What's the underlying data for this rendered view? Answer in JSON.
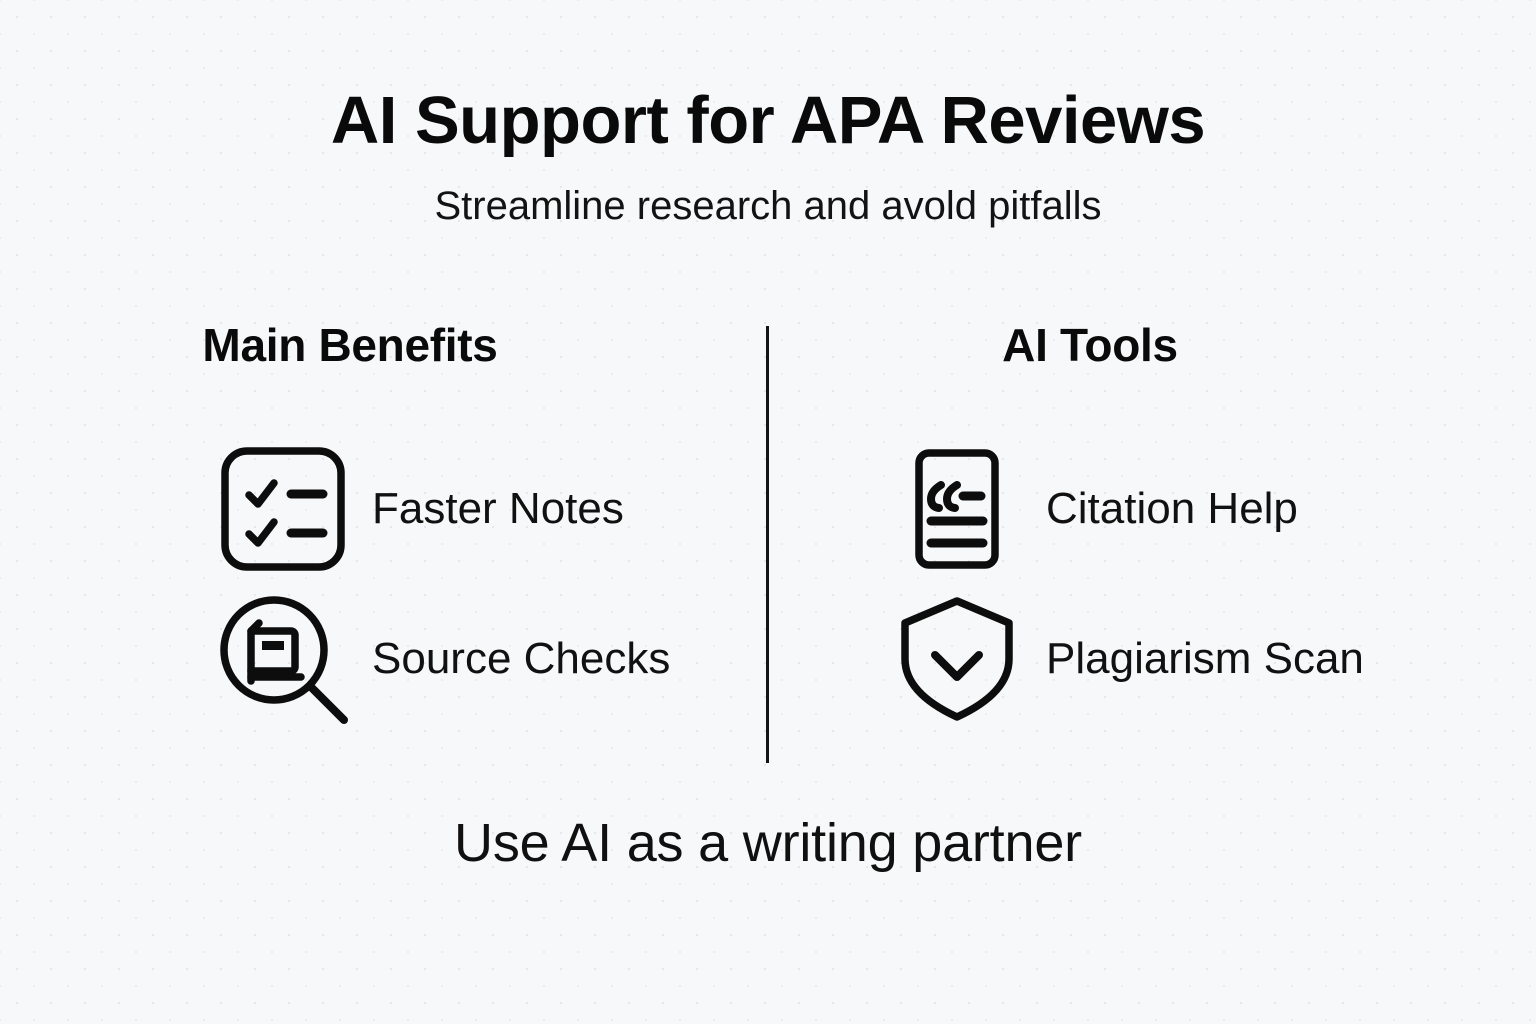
{
  "theme": {
    "background": "#f7f8f9",
    "ink": "#0d0d0d",
    "divider": "#141414"
  },
  "header": {
    "title": "AI Support for APA Reviews",
    "subtitle": "Streamline research and avold pitfalls"
  },
  "columns": [
    {
      "heading": "Main Benefits",
      "items": [
        {
          "label": "Faster Notes",
          "icon": "checklist-icon"
        },
        {
          "label": "Source Checks",
          "icon": "document-search-icon"
        }
      ]
    },
    {
      "heading": "AI Tools",
      "items": [
        {
          "label": "Citation Help",
          "icon": "quote-document-icon"
        },
        {
          "label": "Plagiarism Scan",
          "icon": "shield-check-icon"
        }
      ]
    }
  ],
  "footer": {
    "text": "Use AI as a writing partner"
  }
}
